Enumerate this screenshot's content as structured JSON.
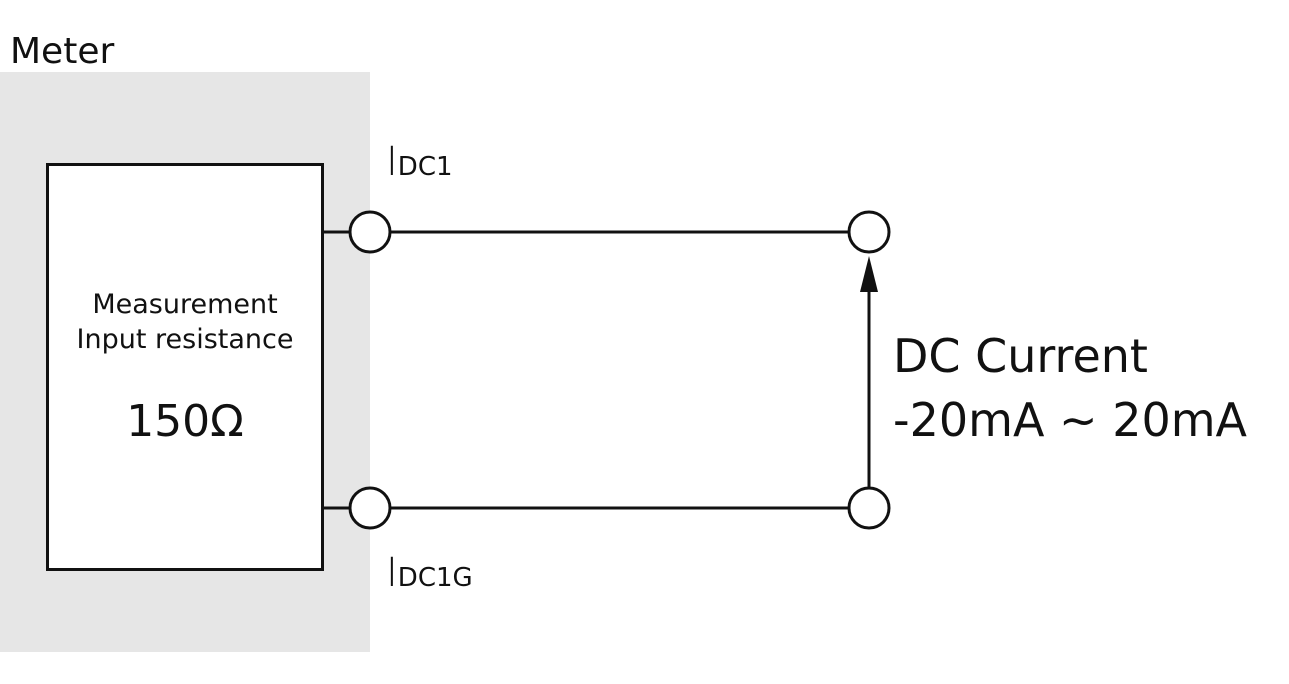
{
  "meter": {
    "title": "Meter",
    "box_line1": "Measurement",
    "box_line2": "Input resistance",
    "resistance_value": "150Ω"
  },
  "terminals": {
    "top": {
      "main": "I",
      "sub": "DC1"
    },
    "bottom": {
      "main": "I",
      "sub": "DC1G"
    }
  },
  "source": {
    "line1": "DC Current",
    "line2": "-20mA ~ 20mA"
  }
}
